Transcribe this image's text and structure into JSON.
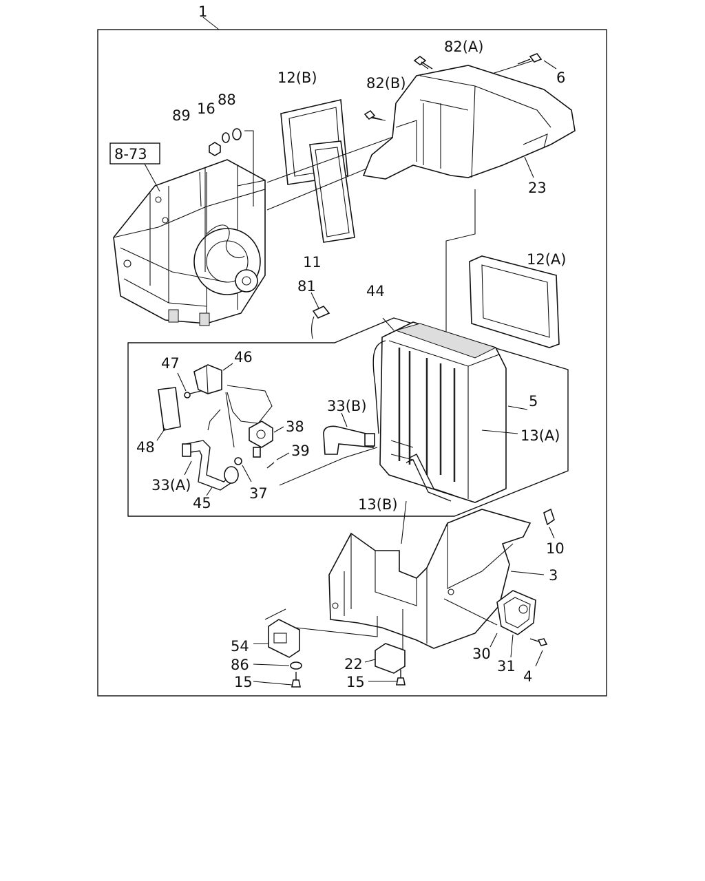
{
  "callouts": {
    "c1": "1",
    "c82a": "82(A)",
    "c82b": "82(B)",
    "c6": "6",
    "c12b": "12(B)",
    "c89": "89",
    "c16": "16",
    "c88": "88",
    "c873": "8-73",
    "c23": "23",
    "c11": "11",
    "c12a": "12(A)",
    "c81": "81",
    "c44": "44",
    "c47": "47",
    "c46": "46",
    "c48": "48",
    "c33b": "33(B)",
    "c38": "38",
    "c5": "5",
    "c13a": "13(A)",
    "c39": "39",
    "c33a": "33(A)",
    "c37": "37",
    "c45": "45",
    "c13b": "13(B)",
    "c10": "10",
    "c3": "3",
    "c54": "54",
    "c86": "86",
    "c15a": "15",
    "c22": "22",
    "c15b": "15",
    "c30": "30",
    "c31": "31",
    "c4": "4"
  }
}
